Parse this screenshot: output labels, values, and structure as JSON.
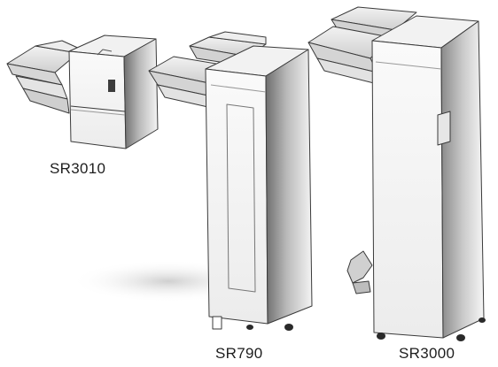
{
  "labels": {
    "sr3010": "SR3010",
    "sr790": "SR790",
    "sr3000": "SR3000"
  }
}
